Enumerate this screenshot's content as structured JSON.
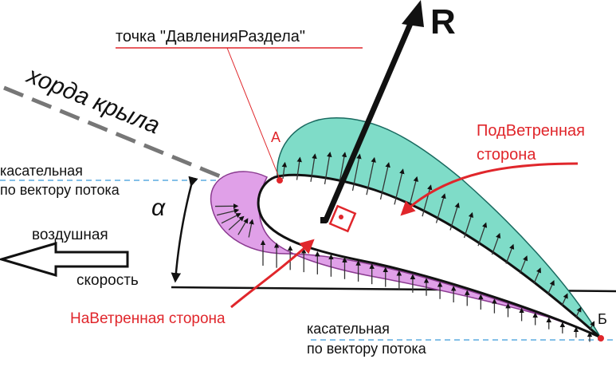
{
  "labels": {
    "force": "R",
    "pressure_point": "точка \"ДавленияРаздела\"",
    "chord": "хорда крыла",
    "leading_point": "А",
    "trailing_point": "Б",
    "leeward_1": "ПодВетренная",
    "leeward_2": "сторона",
    "windward": "НаВетренная сторона",
    "tangent_top_1": "касательная",
    "tangent_top_2": "по вектору потока",
    "tangent_bottom_1": "касательная",
    "tangent_bottom_2": "по вектору потока",
    "airspeed_1": "воздушная",
    "airspeed_2": "скорость",
    "angle": "α"
  },
  "colors": {
    "upper_fill": "#7fdcc8",
    "lower_fill": "#e0a0e8",
    "annotation_red": "#e0262b",
    "tangent_blue": "#3a9ad9",
    "ink": "#111111"
  }
}
